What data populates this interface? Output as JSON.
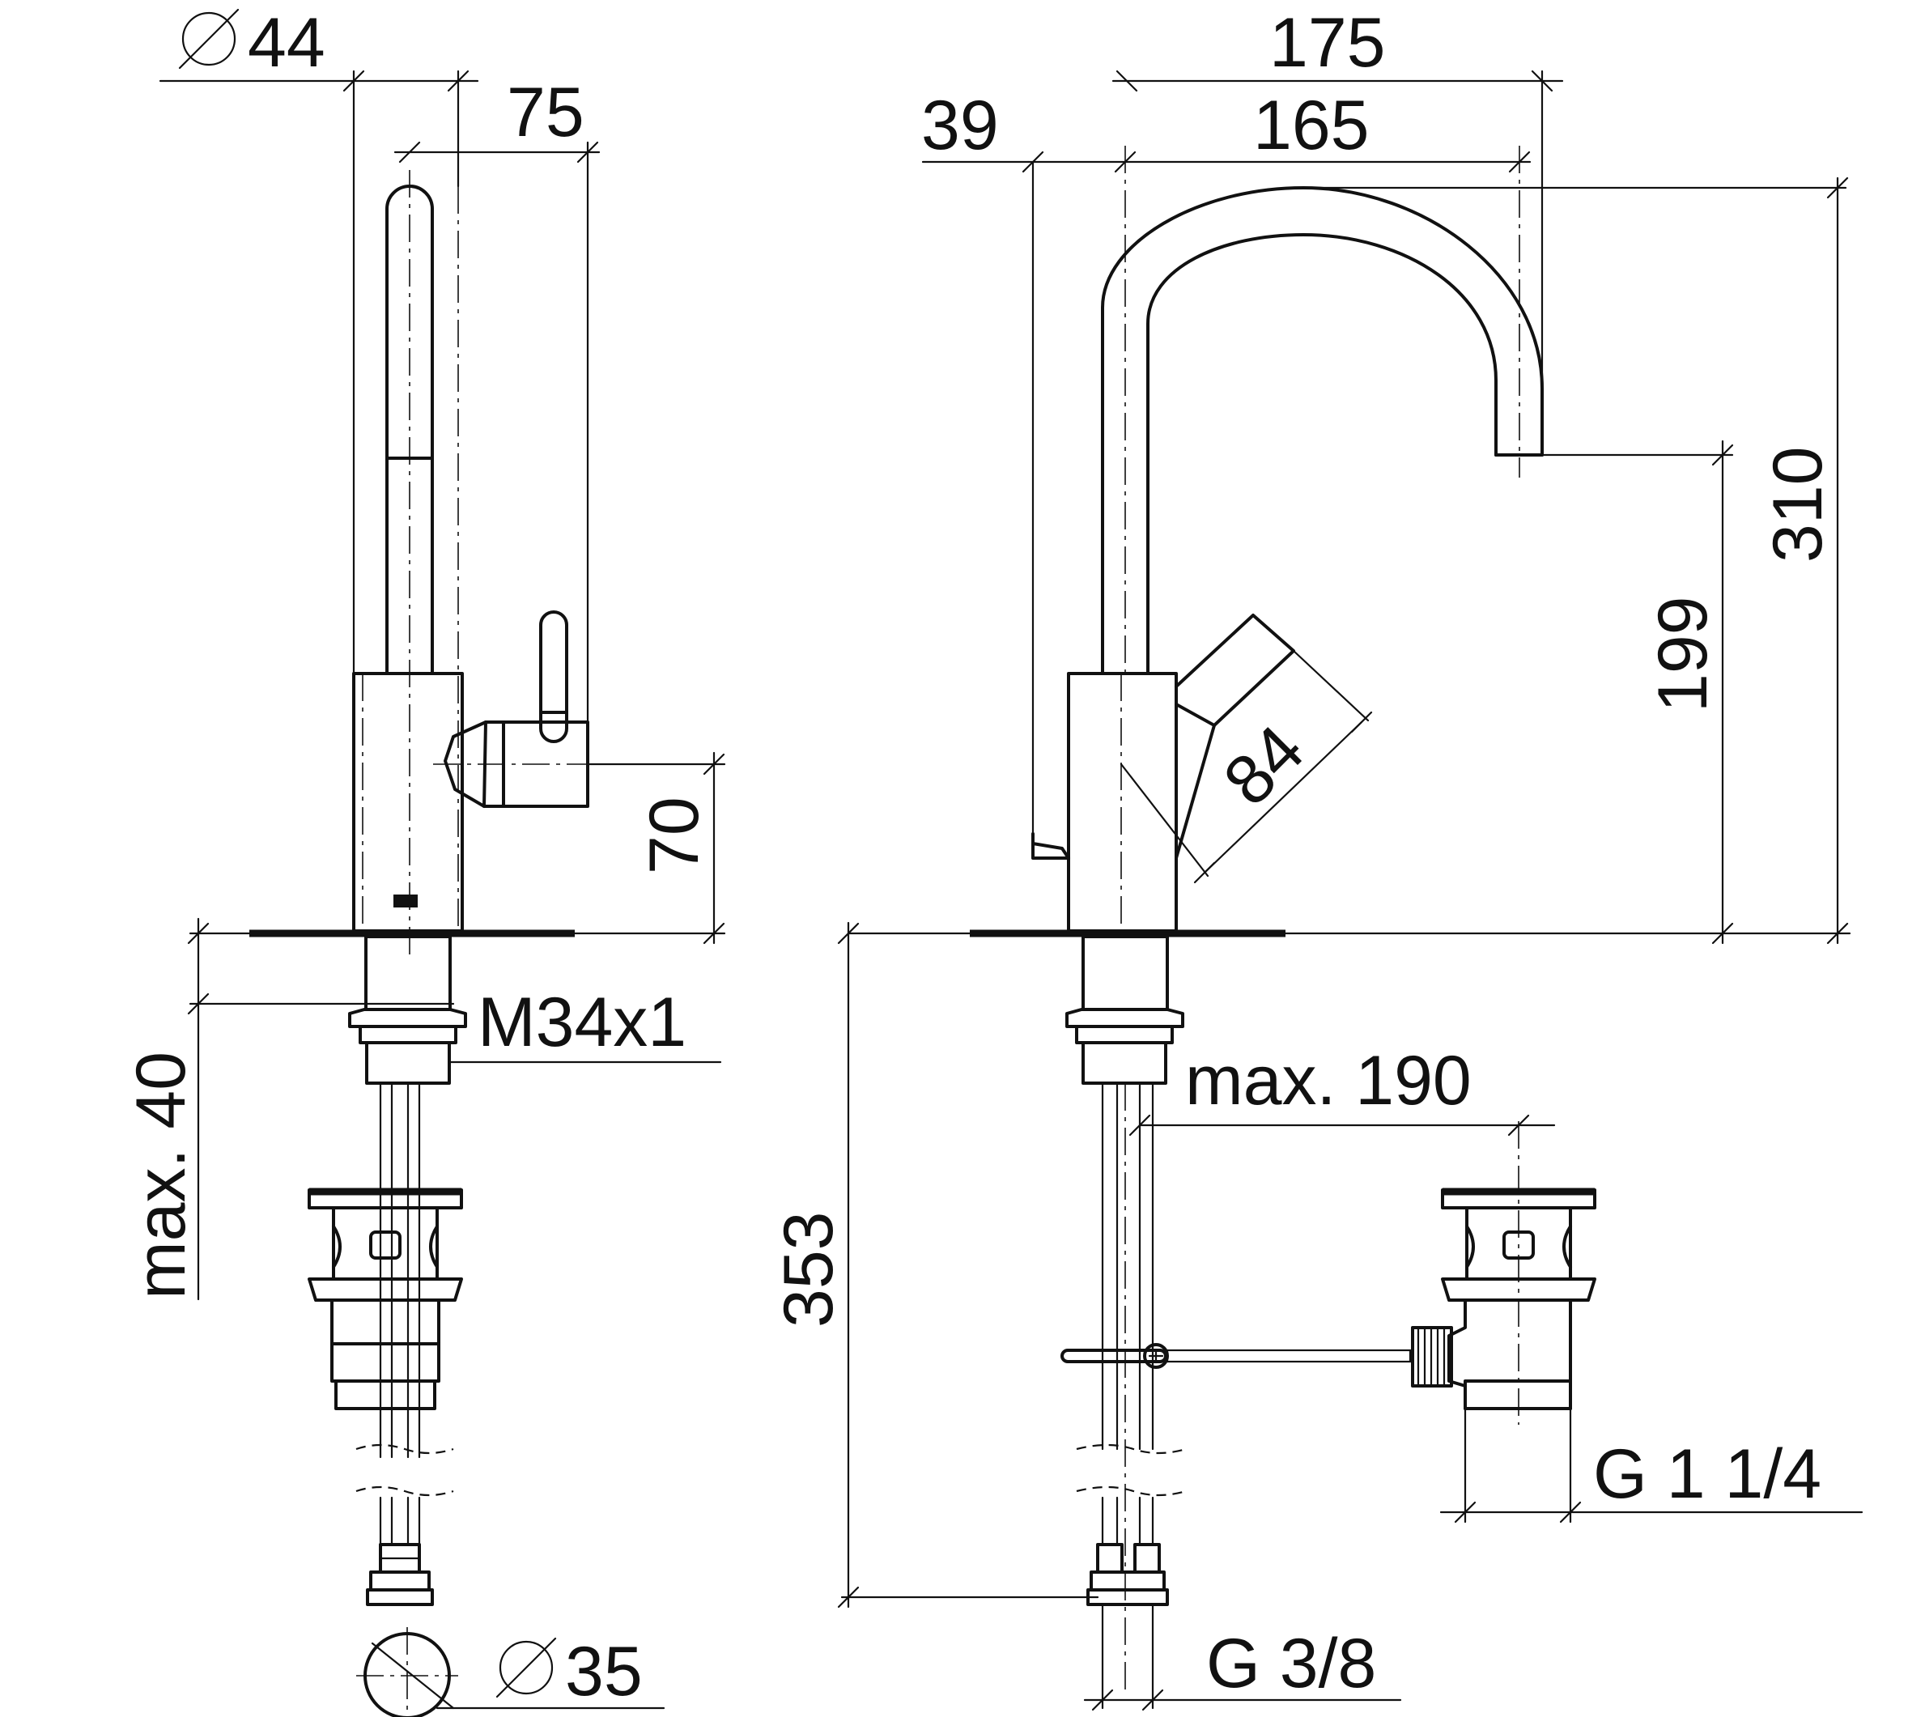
{
  "dimensions": {
    "diameter_44": "44",
    "d75": "75",
    "d70": "70",
    "thread_m34": "M34x1",
    "max_40": "max. 40",
    "diameter_35": "35",
    "d39": "39",
    "d175": "175",
    "d165": "165",
    "d310": "310",
    "d199": "199",
    "d84": "84",
    "d353": "353",
    "max_190": "max. 190",
    "g114": "G 1 1/4",
    "g38": "G 3/8"
  },
  "icons": {
    "diameter_symbol": "diameter-symbol-icon"
  }
}
